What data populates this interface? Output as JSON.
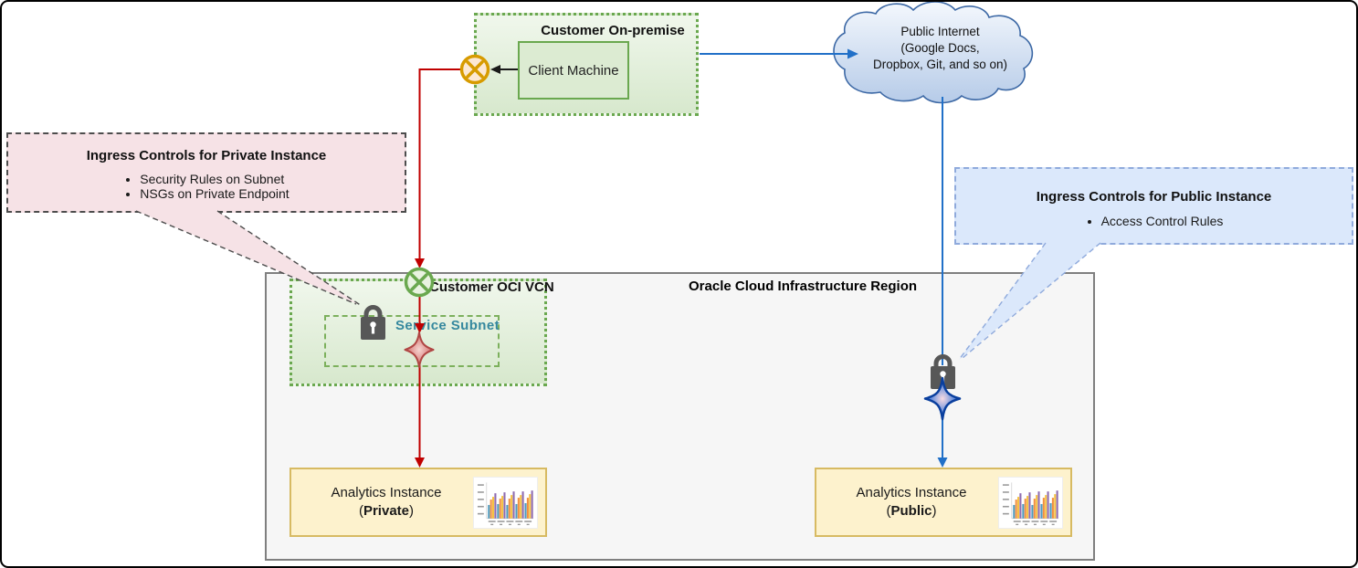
{
  "onpremise": {
    "title": "Customer On-premise",
    "client_label": "Client Machine"
  },
  "internet": {
    "line1": "Public Internet",
    "line2": "(Google Docs,",
    "line3": "Dropbox, Git, and so on)"
  },
  "callout_private": {
    "title": "Ingress Controls for Private Instance",
    "bullets": [
      "Security Rules on Subnet",
      "NSGs on Private Endpoint"
    ]
  },
  "callout_public": {
    "title": "Ingress Controls for Public Instance",
    "bullets": [
      "Access Control Rules"
    ]
  },
  "region": {
    "title": "Oracle Cloud Infrastructure Region"
  },
  "vcn": {
    "title": "Customer OCI VCN",
    "subnet_title": "Service Subnet"
  },
  "instances": {
    "private": {
      "title": "Analytics Instance",
      "open": "(",
      "name": "Private",
      "close": ")"
    },
    "public": {
      "title": "Analytics Instance",
      "open": "(",
      "name": "Public",
      "close": ")"
    }
  },
  "icons": {
    "orange_circle_x": "blocked-endpoint-icon",
    "green_circle_x": "vcn-endpoint-icon",
    "lock": "lock-icon",
    "sparkle": "access-control-sparkle-icon",
    "cloud": "internet-cloud-shape",
    "bar_chart": "bar-chart-thumbnail"
  },
  "colors": {
    "red_flow": "#c00000",
    "blue_flow": "#2170c8",
    "green_border": "#6aa84f",
    "private_callout_bg": "#f6e2e6",
    "public_callout_bg": "#dbe8fb",
    "instance_bg": "#fdf2cd",
    "instance_border": "#d7ba62",
    "lock_gray": "#575757"
  }
}
